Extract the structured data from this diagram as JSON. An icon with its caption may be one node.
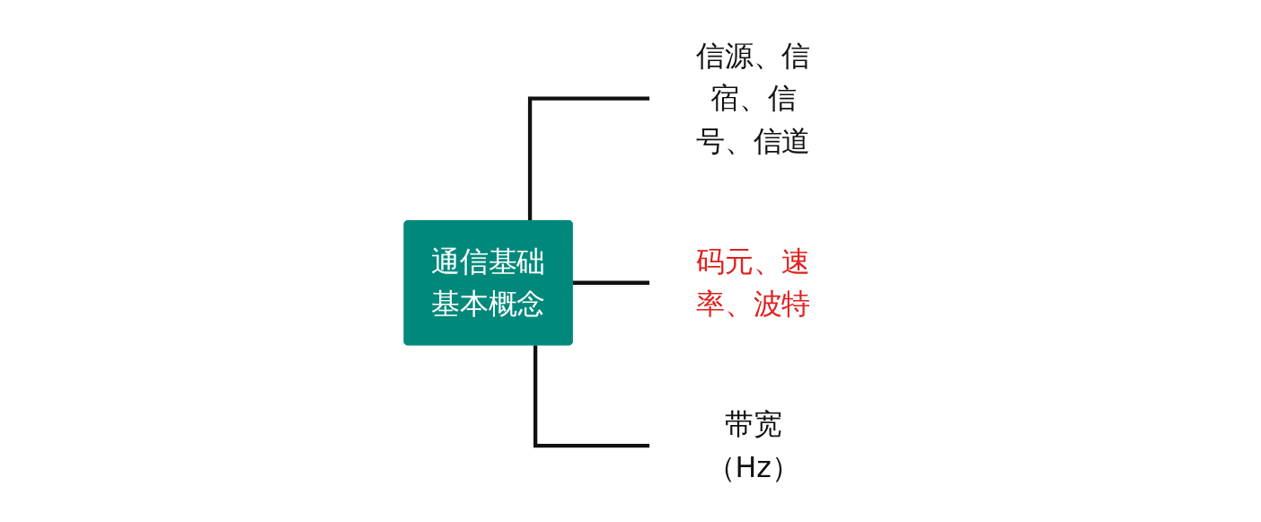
{
  "diagram": {
    "nodes": [
      {
        "text": [
          "通信基础基本概念"
        ]
      },
      {
        "text": [
          "信源、信宿、信号、信道"
        ]
      },
      {
        "text": [
          "码元、速率、波特"
        ]
      },
      {
        "text": [
          "带宽（Hz）"
        ]
      }
    ],
    "edges": [
      {
        "from": 0,
        "to": 1,
        "arrow": "none"
      },
      {
        "from": 0,
        "to": 2,
        "arrow": "none"
      },
      {
        "from": 0,
        "to": 3,
        "arrow": "none"
      }
    ]
  }
}
